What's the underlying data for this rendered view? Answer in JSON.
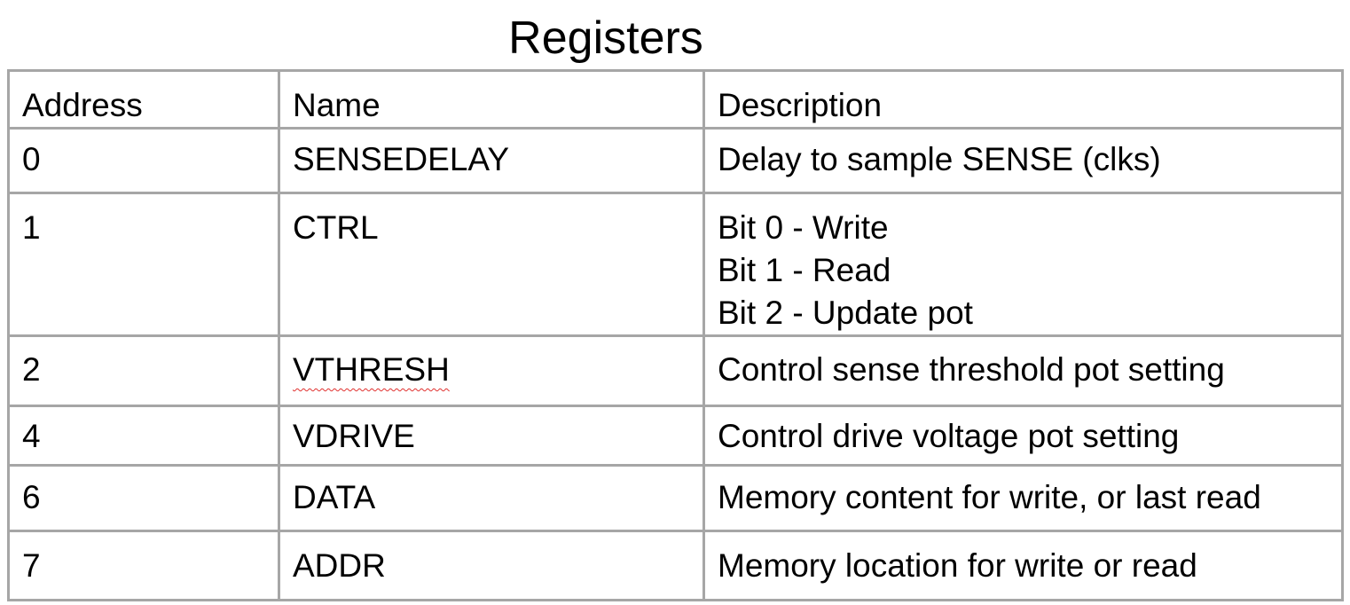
{
  "title": "Registers",
  "table": {
    "headers": {
      "address": "Address",
      "name": "Name",
      "description": "Description"
    },
    "rows": [
      {
        "address": "0",
        "name": "SENSEDELAY",
        "description": [
          "Delay to sample SENSE (clks)"
        ]
      },
      {
        "address": "1",
        "name": "CTRL",
        "description": [
          "Bit 0 - Write",
          "Bit 1 - Read",
          "Bit 2 - Update pot"
        ]
      },
      {
        "address": "2",
        "name": "VTHRESH",
        "description": [
          "Control sense threshold pot setting"
        ]
      },
      {
        "address": "4",
        "name": "VDRIVE",
        "description": [
          "Control drive voltage pot setting"
        ]
      },
      {
        "address": "6",
        "name": "DATA",
        "description": [
          "Memory content for write, or last read"
        ]
      },
      {
        "address": "7",
        "name": "ADDR",
        "description": [
          "Memory location for write or read"
        ]
      }
    ]
  },
  "colors": {
    "border": "#a6a6a6",
    "text": "#000000",
    "spellcheck_underline": "#e0312f"
  }
}
